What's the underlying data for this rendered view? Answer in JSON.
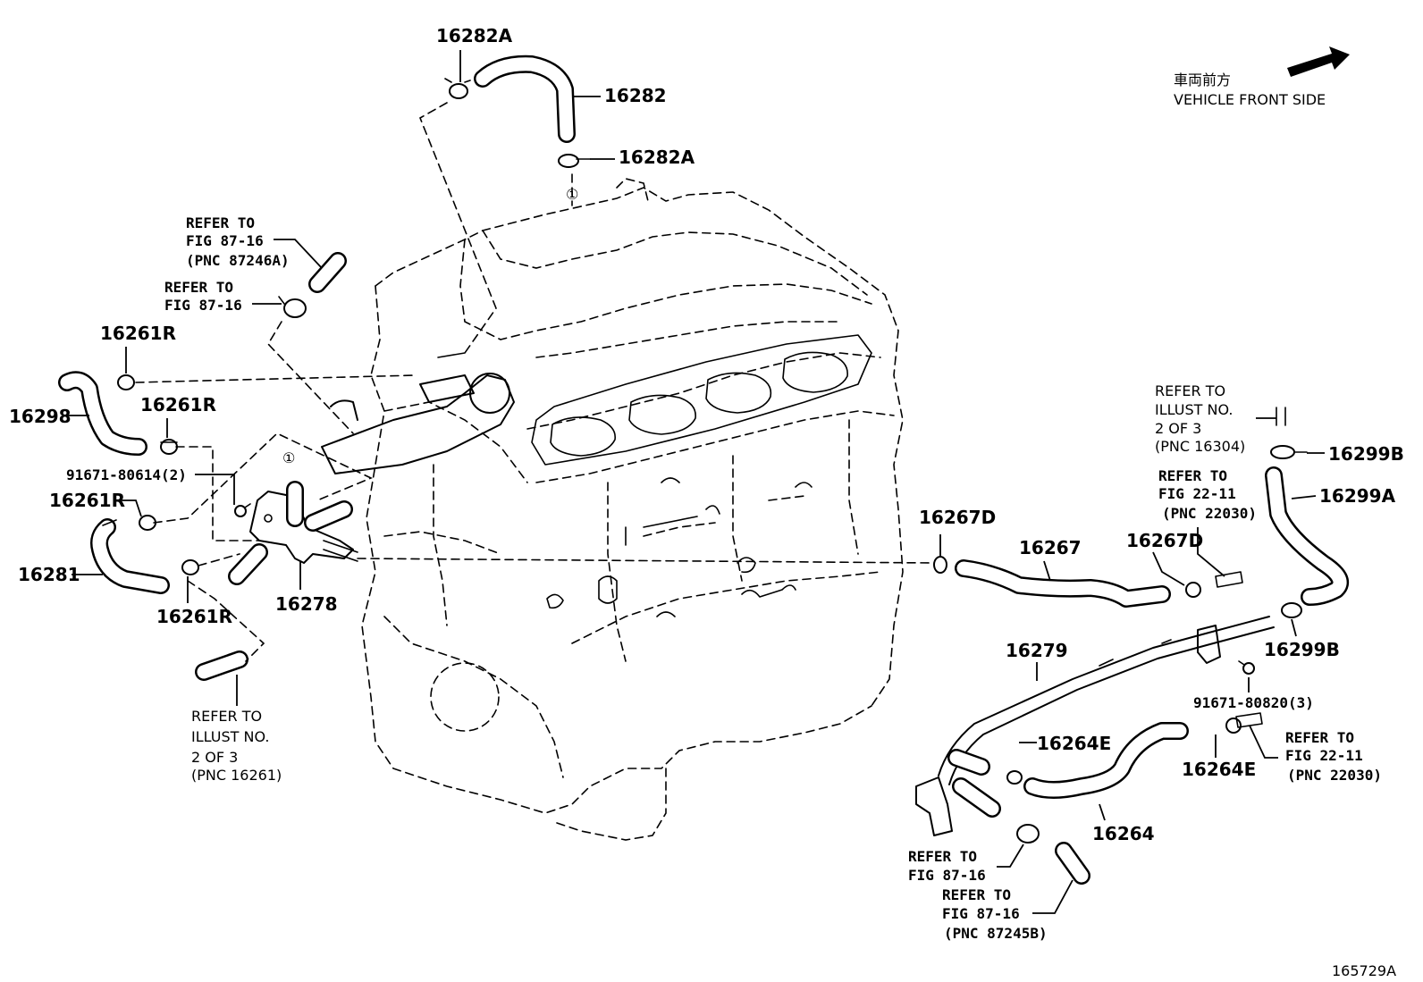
{
  "legend": {
    "direction_jp": "車両前方",
    "direction_en": "VEHICLE FRONT SIDE"
  },
  "parts": {
    "p16282A_top": "16282A",
    "p16282": "16282",
    "p16282A_mid": "16282A",
    "p16261R_a": "16261R",
    "p16298": "16298",
    "p16261R_b": "16261R",
    "bolt_91671_80614": "91671-80614(2)",
    "p16261R_c": "16261R",
    "p16281": "16281",
    "p16261R_d": "16261R",
    "p16278": "16278",
    "p16267D_a": "16267D",
    "p16267": "16267",
    "p16267D_b": "16267D",
    "p16299B_top": "16299B",
    "p16299A": "16299A",
    "p16299B_bot": "16299B",
    "p16279": "16279",
    "bolt_91671_80820": "91671-80820(3)",
    "p16264E_a": "16264E",
    "p16264E_b": "16264E",
    "p16264": "16264"
  },
  "refs": {
    "r1": {
      "l1": "REFER TO",
      "l2": "FIG 87-16",
      "l3": "(PNC 87246A)"
    },
    "r2": {
      "l1": "REFER TO",
      "l2": "FIG 87-16"
    },
    "r3": {
      "l1": "REFER TO",
      "l2": "ILLUST NO.",
      "l3": "2 OF 3",
      "l4": "(PNC 16261)"
    },
    "r4": {
      "l1": "REFER TO",
      "l2": "ILLUST NO.",
      "l3": "2 OF 3",
      "l4": "(PNC 16304)"
    },
    "r5": {
      "l1": "REFER TO",
      "l2": "FIG 22-11",
      "l3": "(PNC 22030)"
    },
    "r6": {
      "l1": "REFER TO",
      "l2": "FIG 22-11",
      "l3": "(PNC 22030)"
    },
    "r7": {
      "l1": "REFER TO",
      "l2": "FIG 87-16"
    },
    "r8": {
      "l1": "REFER TO",
      "l2": "FIG 87-16",
      "l3": "(PNC 87245B)"
    }
  },
  "markers": {
    "circle_one_a": "①",
    "circle_one_b": "①"
  },
  "illustration_number": "165729A"
}
